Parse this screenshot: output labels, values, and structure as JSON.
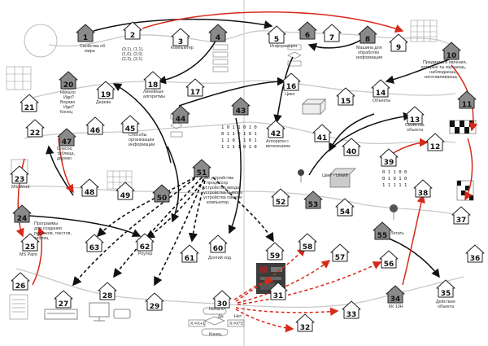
{
  "houses": [
    {
      "n": "1",
      "dark": true
    },
    {
      "n": "2",
      "dark": false
    },
    {
      "n": "3",
      "dark": false
    },
    {
      "n": "4",
      "dark": true
    },
    {
      "n": "5",
      "dark": false
    },
    {
      "n": "6",
      "dark": true
    },
    {
      "n": "7",
      "dark": false
    },
    {
      "n": "8",
      "dark": true
    },
    {
      "n": "9",
      "dark": false
    },
    {
      "n": "10",
      "dark": true
    },
    {
      "n": "11",
      "dark": true
    },
    {
      "n": "12",
      "dark": false
    },
    {
      "n": "13",
      "dark": false
    },
    {
      "n": "14",
      "dark": false
    },
    {
      "n": "15",
      "dark": false
    },
    {
      "n": "16",
      "dark": false
    },
    {
      "n": "17",
      "dark": false
    },
    {
      "n": "18",
      "dark": false
    },
    {
      "n": "19",
      "dark": false
    },
    {
      "n": "20",
      "dark": true
    },
    {
      "n": "21",
      "dark": false
    },
    {
      "n": "22",
      "dark": false
    },
    {
      "n": "23",
      "dark": false
    },
    {
      "n": "24",
      "dark": true
    },
    {
      "n": "25",
      "dark": false
    },
    {
      "n": "26",
      "dark": false
    },
    {
      "n": "27",
      "dark": false
    },
    {
      "n": "28",
      "dark": false
    },
    {
      "n": "29",
      "dark": false
    },
    {
      "n": "30",
      "dark": false
    },
    {
      "n": "31",
      "dark": false
    },
    {
      "n": "32",
      "dark": false
    },
    {
      "n": "33",
      "dark": false
    },
    {
      "n": "34",
      "dark": true
    },
    {
      "n": "35",
      "dark": false
    },
    {
      "n": "36",
      "dark": false
    },
    {
      "n": "37",
      "dark": false
    },
    {
      "n": "38",
      "dark": false
    },
    {
      "n": "39",
      "dark": false
    },
    {
      "n": "40",
      "dark": false
    },
    {
      "n": "41",
      "dark": false
    },
    {
      "n": "42",
      "dark": false
    },
    {
      "n": "43",
      "dark": true
    },
    {
      "n": "44",
      "dark": true
    },
    {
      "n": "45",
      "dark": false
    },
    {
      "n": "46",
      "dark": false
    },
    {
      "n": "47",
      "dark": true
    },
    {
      "n": "48",
      "dark": false
    },
    {
      "n": "49",
      "dark": false
    },
    {
      "n": "50",
      "dark": true
    },
    {
      "n": "51",
      "dark": true
    },
    {
      "n": "52",
      "dark": false
    },
    {
      "n": "53",
      "dark": true
    },
    {
      "n": "54",
      "dark": false
    },
    {
      "n": "55",
      "dark": true
    },
    {
      "n": "56",
      "dark": false
    },
    {
      "n": "57",
      "dark": false
    },
    {
      "n": "58",
      "dark": false
    },
    {
      "n": "59",
      "dark": false
    },
    {
      "n": "60",
      "dark": false
    },
    {
      "n": "61",
      "dark": false
    },
    {
      "n": "62",
      "dark": false
    },
    {
      "n": "63",
      "dark": false
    }
  ],
  "labels": {
    "l1": "Свойства об",
    "l1b": "мира",
    "l2": "(0,1), (1,1),",
    "l2b": "(1,0), (2,0)",
    "l2c": "(2,3), (3,1)",
    "l3": "Компьютер",
    "l5": "Информация",
    "l8": "Машина для",
    "l8b": "обработки",
    "l8c": "информации",
    "l10": "Предметы и явления,",
    "l10b": "которые ты изучаешь,",
    "l10c": "наблюдаешь,",
    "l10d": "изготавливаешь",
    "l13": "Свойства",
    "l13b": "объекта",
    "l14": "Объекты",
    "l16": "Цикл",
    "l18": "Линейные",
    "l18b": "алгоритмы",
    "l19": "Дерево",
    "l20": "Начало",
    "l20b": "Иди?",
    "l20c": "Вправо",
    "l20d": "Иди?",
    "l20e": "Конец",
    "l23": "MS Word",
    "l24": "Программы",
    "l24b": "для создания",
    "l24c": "рисунков, текстов,",
    "l24d": "таблиц",
    "l25": "MS Paint",
    "l30": "Начало",
    "l30b": "Конец",
    "l30c": "Х:=Х+1",
    "l30d": "Х:=Х*2",
    "l34": "КК 10Н",
    "l35": "Действия",
    "l35b": "объекта",
    "l42": "Алгоритм с",
    "l42b": "ветвлением",
    "l45": "Способы",
    "l45b": "организации",
    "l45c": "информации",
    "l47": "Список,",
    "l47b": "таблица,",
    "l47c": "дерево",
    "l51": "ные устройства",
    "l51b": "процессор",
    "l51c": "устройства ввода",
    "l51d": "устройства вывода",
    "l51e": "устройства памяти",
    "l51f": "компьютер",
    "l53": "Цвет - синий",
    "l55": "Летать",
    "l60": "Долгий ход",
    "l62": "Роутер",
    "yes": "Да",
    "no": "Нет"
  },
  "bits": [
    "1 0 1 1 0 1 0",
    "0 1 1 0 1 0 1",
    "1 1 0 1 1 0 1",
    "1 1 1 1 0 1 0"
  ],
  "bits2": [
    "0 1 1 0 0",
    "0 1 0 1 0",
    "1 1 1 1 1"
  ],
  "colors": {
    "red": "#d62a1a",
    "black": "#111111",
    "dark_house": "#8a8a8a",
    "light_house": "#ffffff"
  }
}
